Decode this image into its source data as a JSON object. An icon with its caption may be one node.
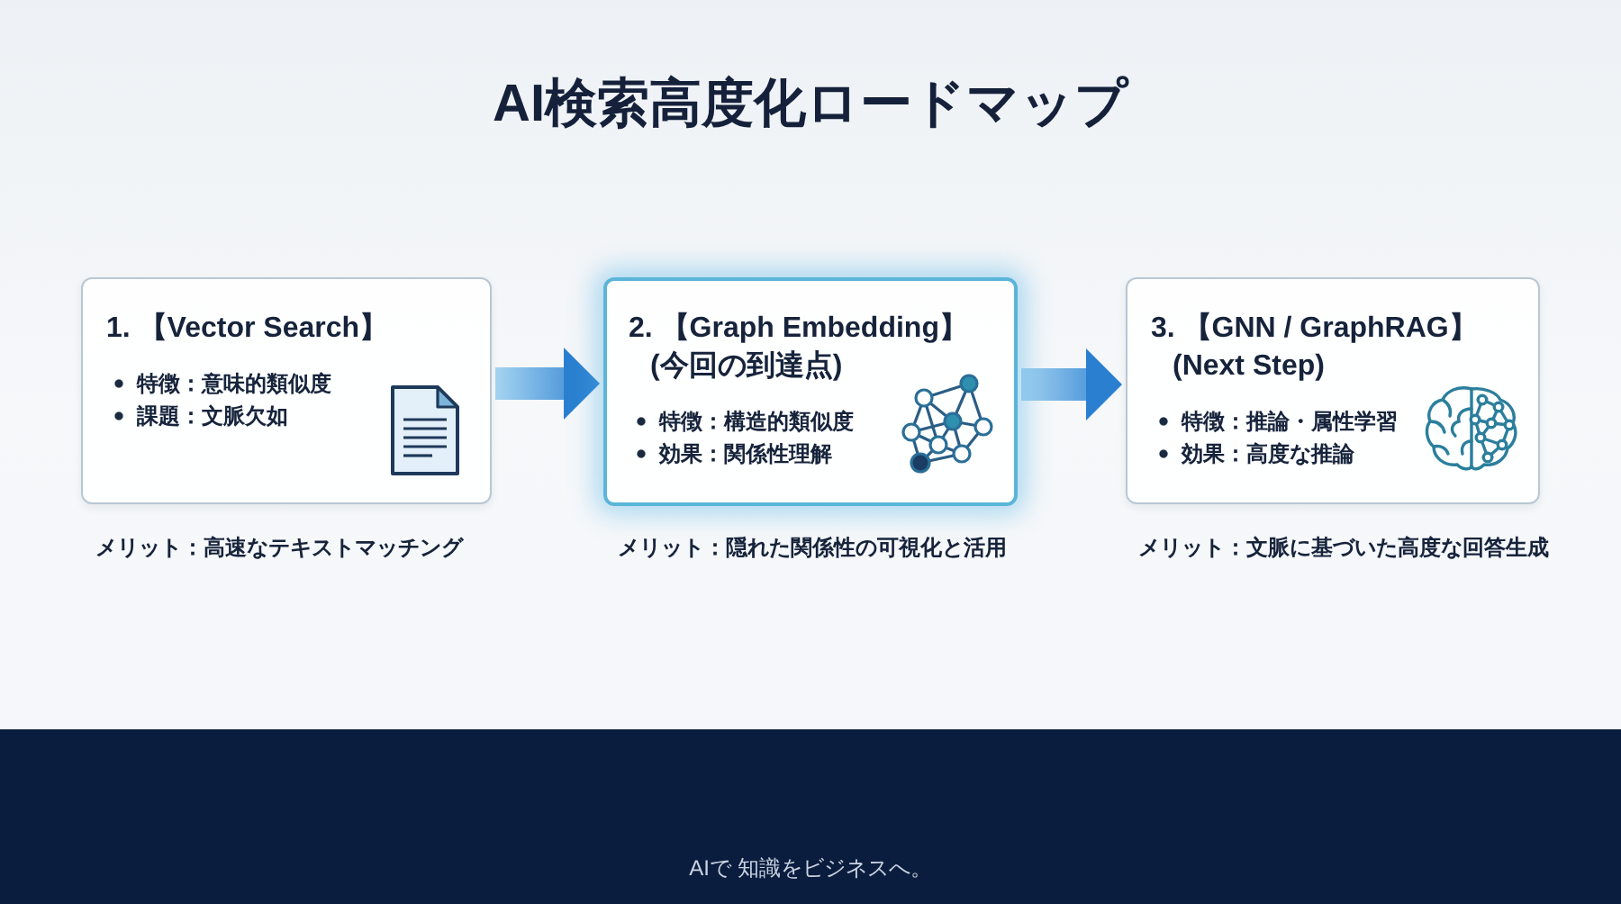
{
  "diagram": {
    "title": "AI検索高度化ロードマップ",
    "nodes": [
      {
        "text": [
          "1. 【Vector Search】",
          "特徴：意味的類似度",
          "課題：文脈欠如"
        ],
        "beside": [
          "メリット：高速なテキストマッチング"
        ]
      },
      {
        "text": [
          "2. 【Graph Embedding】 (今回の到達点)",
          "特徴：構造的類似度",
          "効果：関係性理解"
        ],
        "beside": [
          "メリット：隠れた関係性の可視化と活用"
        ]
      },
      {
        "text": [
          "3. 【GNN / GraphRAG】 (Next Step)",
          "特徴：推論・属性学習",
          "効果：高度な推論"
        ],
        "beside": [
          "メリット：文脈に基づいた高度な回答生成"
        ]
      }
    ],
    "edges": [
      {
        "from": 0,
        "to": 1,
        "arrow": "to"
      },
      {
        "from": 1,
        "to": 2,
        "arrow": "to"
      }
    ],
    "labels": [
      "AIで 知識をビジネスへ。"
    ]
  }
}
